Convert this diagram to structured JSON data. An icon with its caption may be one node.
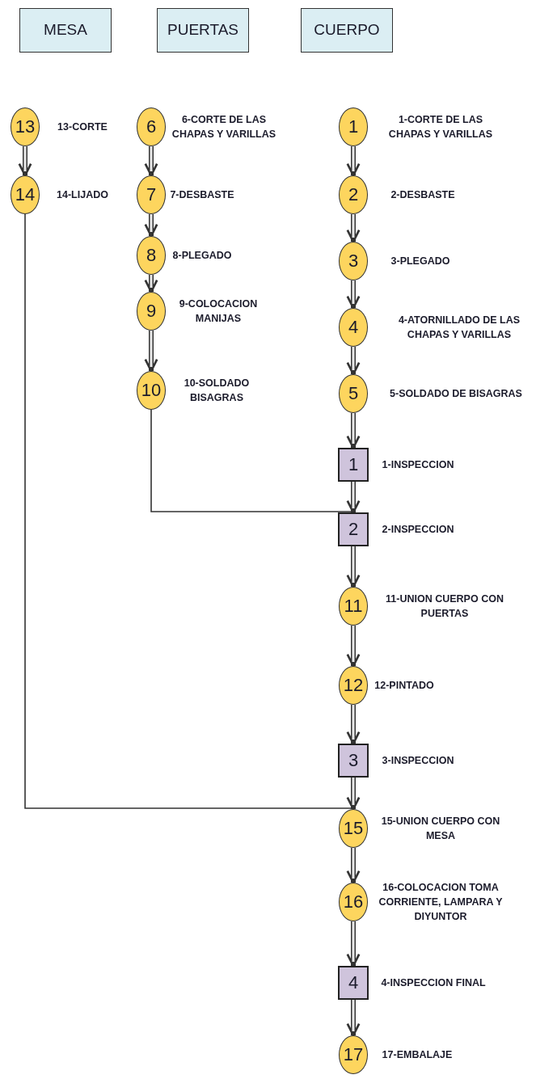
{
  "diagram": {
    "nodes": [
      {
        "text": [
          "MESA"
        ]
      },
      {
        "text": [
          "PUERTAS"
        ]
      },
      {
        "text": [
          "CUERPO"
        ]
      },
      {
        "text": [
          "13"
        ],
        "beside": [
          "13-CORTE"
        ]
      },
      {
        "text": [
          "14"
        ],
        "beside": [
          "14-LIJADO"
        ]
      },
      {
        "text": [
          "6"
        ],
        "beside": [
          "6-CORTE DE LAS CHAPAS Y VARILLAS"
        ]
      },
      {
        "text": [
          "7"
        ],
        "beside": [
          "7-DESBASTE"
        ]
      },
      {
        "text": [
          "8"
        ],
        "beside": [
          "8-PLEGADO"
        ]
      },
      {
        "text": [
          "9"
        ],
        "beside": [
          "9-COLOCACION MANIJAS"
        ]
      },
      {
        "text": [
          "10"
        ],
        "beside": [
          "10-SOLDADO BISAGRAS"
        ]
      },
      {
        "text": [
          "1"
        ],
        "beside": [
          "1-CORTE DE LAS CHAPAS Y VARILLAS"
        ]
      },
      {
        "text": [
          "2"
        ],
        "beside": [
          "2-DESBASTE"
        ]
      },
      {
        "text": [
          "3"
        ],
        "beside": [
          "3-PLEGADO"
        ]
      },
      {
        "text": [
          "4"
        ],
        "beside": [
          "4-ATORNILLADO DE LAS CHAPAS Y VARILLAS"
        ]
      },
      {
        "text": [
          "5"
        ],
        "beside": [
          "5-SOLDADO DE BISAGRAS"
        ]
      },
      {
        "text": [
          "1"
        ],
        "beside": [
          "1-INSPECCION"
        ]
      },
      {
        "text": [
          "2"
        ],
        "beside": [
          "2-INSPECCION"
        ]
      },
      {
        "text": [
          "11"
        ],
        "beside": [
          "11-UNION CUERPO CON PUERTAS"
        ]
      },
      {
        "text": [
          "12"
        ],
        "beside": [
          "12-PINTADO"
        ]
      },
      {
        "text": [
          "3"
        ],
        "beside": [
          "3-INSPECCION"
        ]
      },
      {
        "text": [
          "15"
        ],
        "beside": [
          "15-UNION CUERPO CON MESA"
        ]
      },
      {
        "text": [
          "16"
        ],
        "beside": [
          "16-COLOCACION TOMA CORRIENTE, LAMPARA Y DIYUNTOR"
        ]
      },
      {
        "text": [
          "4"
        ],
        "beside": [
          "4-INSPECCION FINAL"
        ]
      },
      {
        "text": [
          "17"
        ],
        "beside": [
          "17-EMBALAJE"
        ]
      }
    ],
    "edges": [
      {
        "from": 3,
        "to": 4,
        "arrow": "to"
      },
      {
        "from": 5,
        "to": 6,
        "arrow": "to"
      },
      {
        "from": 6,
        "to": 7,
        "arrow": "to"
      },
      {
        "from": 7,
        "to": 8,
        "arrow": "to"
      },
      {
        "from": 8,
        "to": 9,
        "arrow": "to"
      },
      {
        "from": 10,
        "to": 11,
        "arrow": "to"
      },
      {
        "from": 11,
        "to": 12,
        "arrow": "to"
      },
      {
        "from": 12,
        "to": 13,
        "arrow": "to"
      },
      {
        "from": 13,
        "to": 14,
        "arrow": "to"
      },
      {
        "from": 14,
        "to": 15,
        "arrow": "to"
      },
      {
        "from": 15,
        "to": 16,
        "arrow": "to"
      },
      {
        "from": 9,
        "to": 16,
        "arrow": "none"
      },
      {
        "from": 16,
        "to": 17,
        "arrow": "to"
      },
      {
        "from": 17,
        "to": 18,
        "arrow": "to"
      },
      {
        "from": 18,
        "to": 19,
        "arrow": "to"
      },
      {
        "from": 19,
        "to": 20,
        "arrow": "to"
      },
      {
        "from": 4,
        "to": 20,
        "arrow": "none"
      },
      {
        "from": 20,
        "to": 21,
        "arrow": "to"
      },
      {
        "from": 21,
        "to": 22,
        "arrow": "to"
      },
      {
        "from": 22,
        "to": 23,
        "arrow": "to"
      }
    ]
  }
}
